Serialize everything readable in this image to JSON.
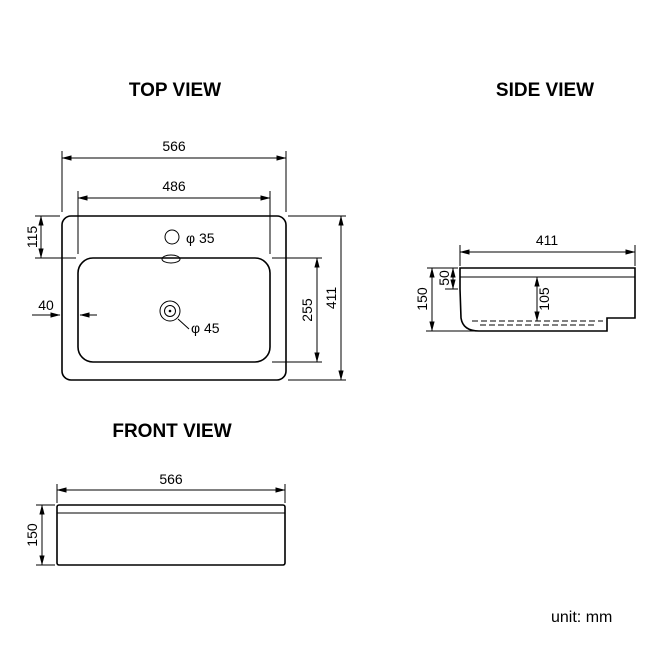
{
  "colors": {
    "ink": "#000000",
    "background": "#ffffff"
  },
  "unit_label": "unit: mm",
  "top_view": {
    "title": "TOP VIEW",
    "dims": {
      "overall_width": "566",
      "inner_width": "486",
      "rim_top_offset": "115",
      "rim_side_gap": "40",
      "faucet_hole": "φ 35",
      "drain_hole": "φ 45",
      "inner_depth": "255",
      "overall_depth": "411"
    }
  },
  "side_view": {
    "title": "SIDE VIEW",
    "dims": {
      "overall_length": "411",
      "front_rim_height": "50",
      "overall_height": "150",
      "bowl_depth": "105"
    }
  },
  "front_view": {
    "title": "FRONT VIEW",
    "dims": {
      "overall_width": "566",
      "overall_height": "150"
    }
  }
}
